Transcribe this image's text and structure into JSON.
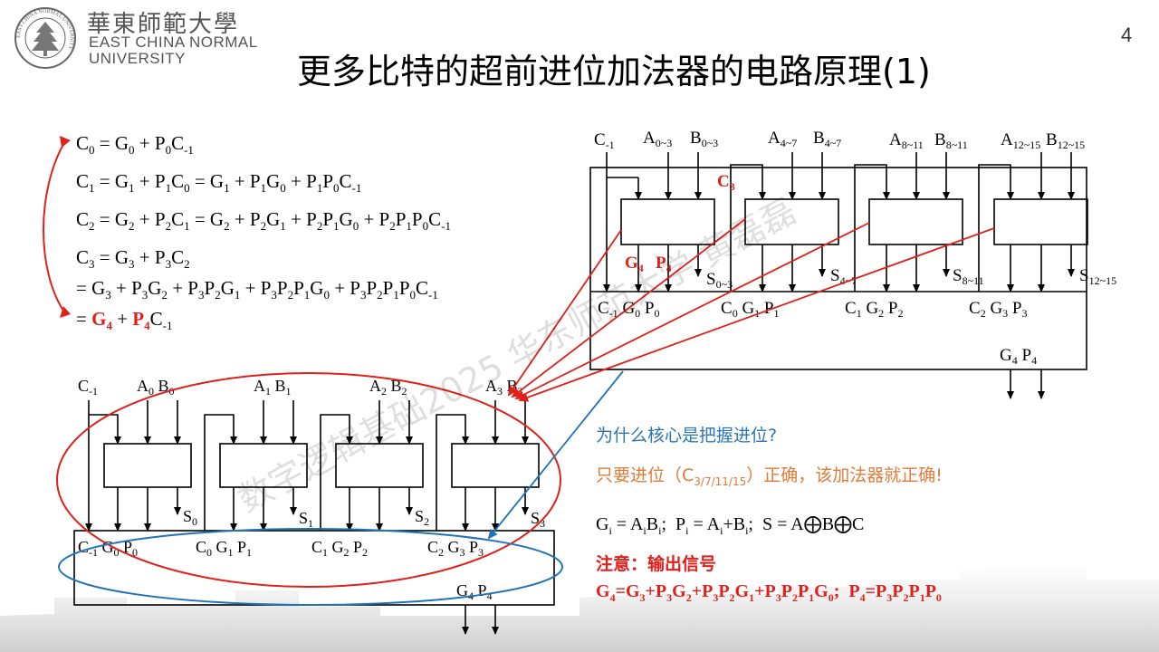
{
  "header": {
    "logo_cn": "華東師範大學",
    "logo_en_line1": "EAST CHINA NORMAL",
    "logo_en_line2": "UNIVERSITY",
    "seal_text": "EAST CHINA NORMAL UNIVERSITY",
    "title": "更多比特的超前进位加法器的电路原理(1)",
    "page_number": "4"
  },
  "equations": {
    "c0": "C0 = G0 + P0C-1",
    "c1": "C1 = G1 + P1C0 = G1 + P1G0 + P1P0C-1",
    "c2": "C2 = G2 + P2C1 = G2 + P2G1 + P2P1G0 + P2P1P0C-1",
    "c3a": "C3 = G3 + P3C2",
    "c3b": "= G3 + P3G2 + P3P2G1 + P3P2P1G0 + P3P2P1P0C-1",
    "c3c": "= G4 + P4C-1"
  },
  "top_circuit": {
    "inputs": [
      "C-1",
      "A0~3",
      "B0~3",
      "A4~7",
      "B4~7",
      "A8~11",
      "B8~11",
      "A12~15",
      "B12~15"
    ],
    "carry_label": "C3",
    "gp_labels": [
      "G4",
      "P4"
    ],
    "sums": [
      "S0~3",
      "S4~7",
      "S8~11",
      "S12~15"
    ],
    "bus": [
      "C-1 G0 P0",
      "C0 G1 P1",
      "C1 G2 P2",
      "C2 G3 P3"
    ],
    "out": "G4 P4"
  },
  "bottom_circuit": {
    "inputs": [
      "C-1",
      "A0",
      "B0",
      "A1",
      "B1",
      "A2",
      "B2",
      "A3",
      "B3"
    ],
    "sums": [
      "S0",
      "S1",
      "S2",
      "S3"
    ],
    "bus": [
      "C-1 G0 P0",
      "C0 G1 P1",
      "C1 G2 P2",
      "C2 G3 P3"
    ],
    "out": "G4 P4"
  },
  "text": {
    "question": "为什么核心是把握进位?",
    "answer_prefix": "只要进位（C",
    "answer_sub": "3/7/11/15",
    "answer_suffix": "）正确，该加法器就正确!",
    "gp_def": "Gi = AiBi;  Pi = Ai+Bi;  S = A⨁B⨁C",
    "note": "注意：输出信号",
    "g4p4": "G4=G3+P3G2+P3P2G1+P3P2P1G0;  P4=P3P2P1P0"
  },
  "watermark": "数字逻辑基础2025 华东师范大学 黄磊磊",
  "colors": {
    "accent_red": "#e0201b",
    "blue": "#2173b8",
    "orange": "#e07b39",
    "question_blue": "#2e75b6"
  }
}
